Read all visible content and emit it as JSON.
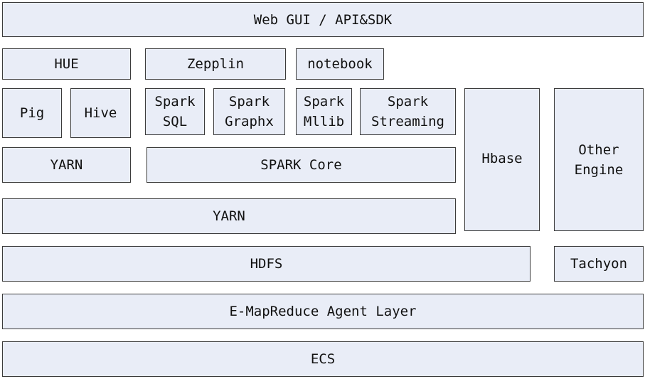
{
  "layers": {
    "web_gui": "Web GUI / API&SDK",
    "hue": "HUE",
    "zepplin": "Zepplin",
    "notebook": "notebook",
    "pig": "Pig",
    "hive": "Hive",
    "spark_sql": "Spark\nSQL",
    "spark_graphx": "Spark\nGraphx",
    "spark_mllib": "Spark\nMllib",
    "spark_streaming": "Spark\nStreaming",
    "hbase": "Hbase",
    "other_engine": "Other\nEngine",
    "yarn_left": "YARN",
    "spark_core": "SPARK Core",
    "yarn_main": "YARN",
    "hdfs": "HDFS",
    "tachyon": "Tachyon",
    "agent_layer": "E-MapReduce Agent Layer",
    "ecs": "ECS"
  },
  "colors": {
    "box_fill": "#e9edf7",
    "box_border": "#3b3b3b"
  }
}
